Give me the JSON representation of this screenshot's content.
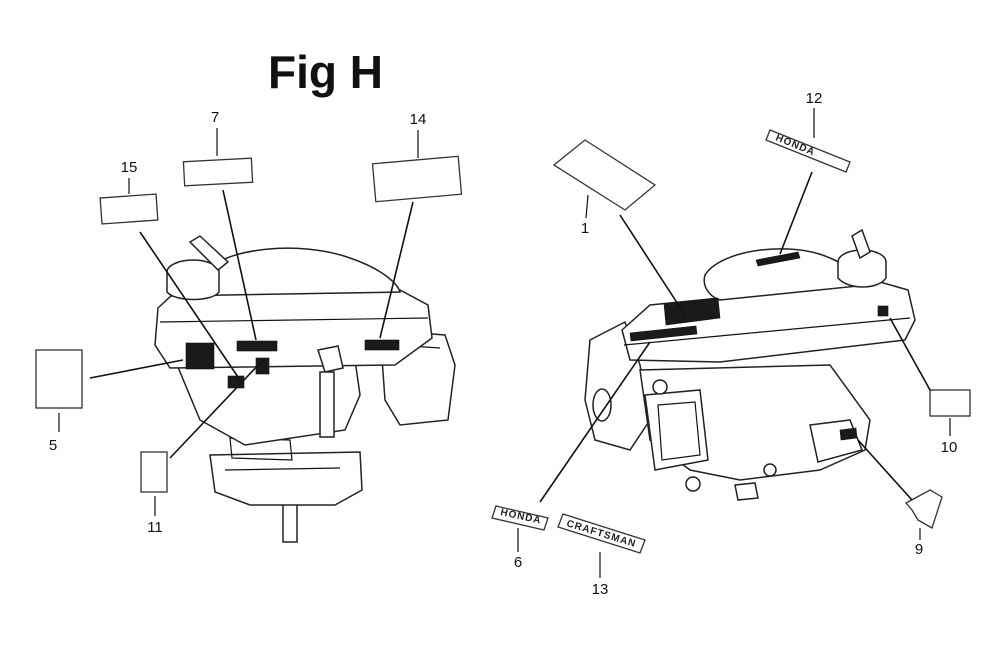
{
  "figure": {
    "title": "Fig H"
  },
  "callouts": {
    "c1": "1",
    "c5": "5",
    "c6": "6",
    "c7": "7",
    "c9": "9",
    "c10": "10",
    "c11": "11",
    "c12": "12",
    "c13": "13",
    "c14": "14",
    "c15": "15"
  },
  "badges": {
    "honda_small": "HONDA",
    "honda_top": "HONDA",
    "craftsman": "CRAFTSMAN"
  }
}
